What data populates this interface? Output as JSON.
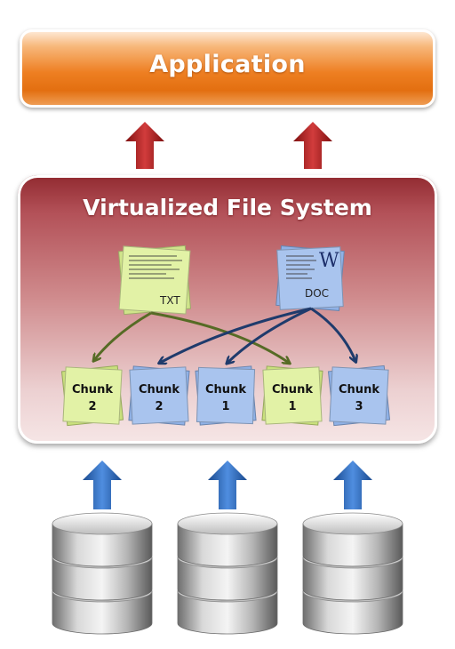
{
  "app": {
    "title": "Application"
  },
  "vfs": {
    "title": "Virtualized File System"
  },
  "files": [
    {
      "label": "TXT"
    },
    {
      "label": "DOC",
      "icon_letter": "W"
    }
  ],
  "chunks": [
    {
      "label": "Chunk",
      "number": "2",
      "file": "TXT"
    },
    {
      "label": "Chunk",
      "number": "2",
      "file": "DOC"
    },
    {
      "label": "Chunk",
      "number": "1",
      "file": "DOC"
    },
    {
      "label": "Chunk",
      "number": "1",
      "file": "TXT"
    },
    {
      "label": "Chunk",
      "number": "3",
      "file": "DOC"
    }
  ],
  "colors": {
    "txt_note": "#e2f2a6",
    "doc_note": "#a9c4ee",
    "txt_arrow": "#566b25",
    "doc_arrow": "#1f3b6c",
    "up_arrow_red": "#b42222",
    "up_arrow_blue": "#2f6fc4"
  },
  "storage": {
    "disk_count": 3
  }
}
